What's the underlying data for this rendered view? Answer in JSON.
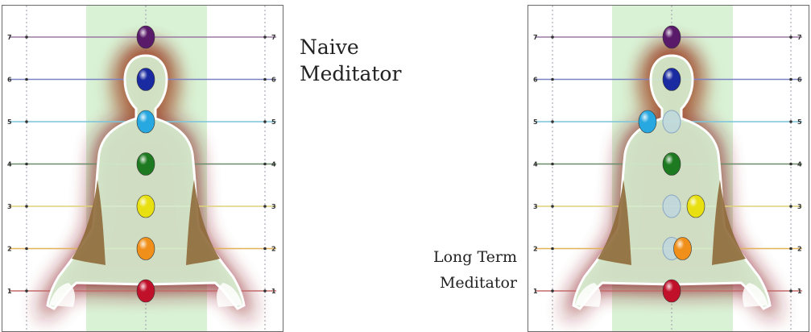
{
  "captions": {
    "naive": [
      "Naive",
      "Meditator"
    ],
    "long_term": [
      "Long Term",
      "Meditator"
    ]
  },
  "levels": [
    {
      "n": "1",
      "color": "#c0102a",
      "line": "#c46a6a"
    },
    {
      "n": "2",
      "color": "#f0901a",
      "line": "#e2b25a"
    },
    {
      "n": "3",
      "color": "#e8e010",
      "line": "#ddd27a"
    },
    {
      "n": "4",
      "color": "#1e7a20",
      "line": "#6a8a6a"
    },
    {
      "n": "5",
      "color": "#28a8e0",
      "line": "#7ac4dc"
    },
    {
      "n": "6",
      "color": "#1a2aa0",
      "line": "#7a82c4"
    },
    {
      "n": "7",
      "color": "#5a1a6a",
      "line": "#9a7aa4"
    }
  ],
  "panels": [
    {
      "id": "naive",
      "displaced": []
    },
    {
      "id": "long_term",
      "displaced": [
        {
          "level": 5,
          "offset": -1
        },
        {
          "level": 3,
          "offset": 1
        },
        {
          "level": 2,
          "offset": 0.45
        }
      ]
    }
  ],
  "colors": {
    "figure": "#d6f0d2",
    "band": "#d9f2d6",
    "glow": "#8a1c22",
    "halo": "#a6552a",
    "ghost": "#b8d4e8"
  }
}
